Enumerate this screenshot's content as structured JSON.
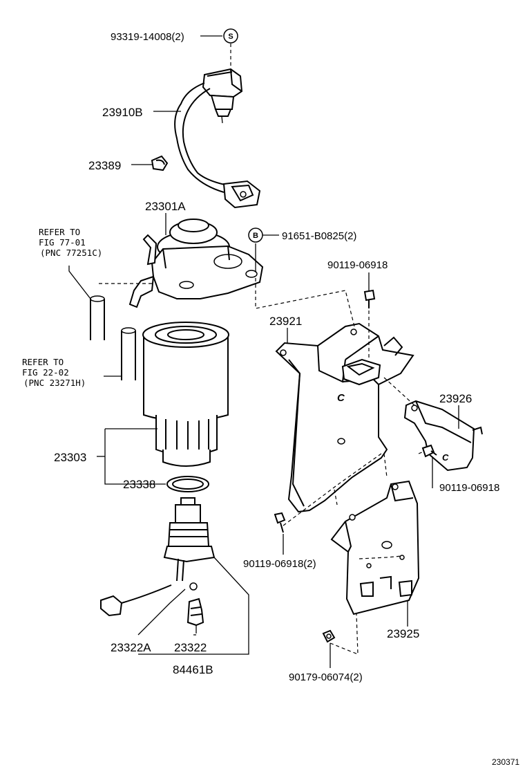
{
  "diagram": {
    "part_labels": {
      "sensor_bolt": "93319-14008(2)",
      "sensor_bolt_badge": "S",
      "sensor_harness": "23910B",
      "clamp": "23389",
      "filter_head": "23301A",
      "head_bolt": "91651-B0825(2)",
      "head_bolt_badge": "B",
      "bracket_bolt_top": "90119-06918",
      "bracket": "23921",
      "bracket_plate": "23926",
      "plate_bolt": "90119-06918",
      "filter_element": "23303",
      "o_ring": "23338",
      "bracket_bolt_left": "90119-06918(2)",
      "lower_bracket": "23925",
      "nut": "90179-06074(2)",
      "drain_connector": "23322A",
      "drain_plug": "23322",
      "sedimenter_assy": "84461B"
    },
    "refer_1": {
      "line1": "REFER TO",
      "line2": "FIG 77-01",
      "line3": "(PNC 77251C)"
    },
    "refer_2": {
      "line1": "REFER TO",
      "line2": "FIG 22-02",
      "line3": "(PNC 23271H)"
    },
    "figure_number": "230371"
  }
}
